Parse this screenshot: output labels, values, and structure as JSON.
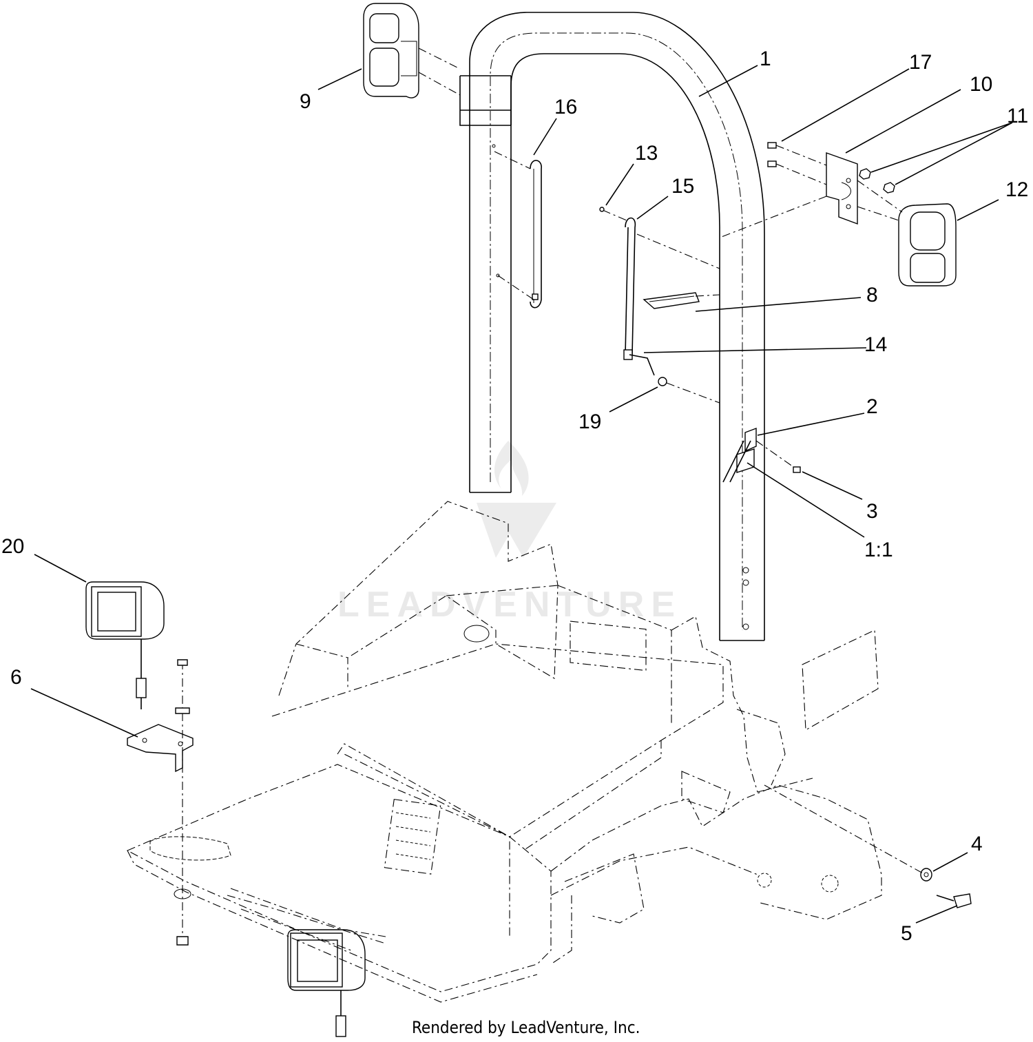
{
  "diagram": {
    "callouts": [
      {
        "id": "c1",
        "label": "1"
      },
      {
        "id": "c2",
        "label": "2"
      },
      {
        "id": "c3",
        "label": "3"
      },
      {
        "id": "c4",
        "label": "4"
      },
      {
        "id": "c5",
        "label": "5"
      },
      {
        "id": "c6",
        "label": "6"
      },
      {
        "id": "c8",
        "label": "8"
      },
      {
        "id": "c9",
        "label": "9"
      },
      {
        "id": "c10",
        "label": "10"
      },
      {
        "id": "c11",
        "label": "11"
      },
      {
        "id": "c12",
        "label": "12"
      },
      {
        "id": "c13",
        "label": "13"
      },
      {
        "id": "c14",
        "label": "14"
      },
      {
        "id": "c15",
        "label": "15"
      },
      {
        "id": "c16",
        "label": "16"
      },
      {
        "id": "c17",
        "label": "17"
      },
      {
        "id": "c19",
        "label": "19"
      },
      {
        "id": "c20",
        "label": "20"
      },
      {
        "id": "c1-1",
        "label": "1:1"
      }
    ],
    "watermark": "LEADVENTURE",
    "footer": "Rendered by LeadVenture, Inc."
  }
}
